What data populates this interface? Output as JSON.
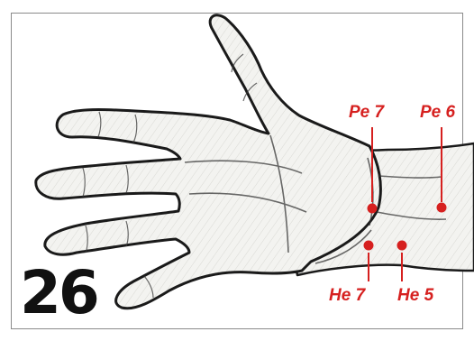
{
  "figure": {
    "number": "26",
    "colors": {
      "accent": "#d6201f",
      "skin": "#f2f2ef",
      "outline": "#1a1a1a",
      "frame": "#8a8a8a"
    }
  },
  "points": [
    {
      "id": "pe7",
      "label": "Pe 7"
    },
    {
      "id": "pe6",
      "label": "Pe 6"
    },
    {
      "id": "he7",
      "label": "He 7"
    },
    {
      "id": "he5",
      "label": "He 5"
    }
  ]
}
